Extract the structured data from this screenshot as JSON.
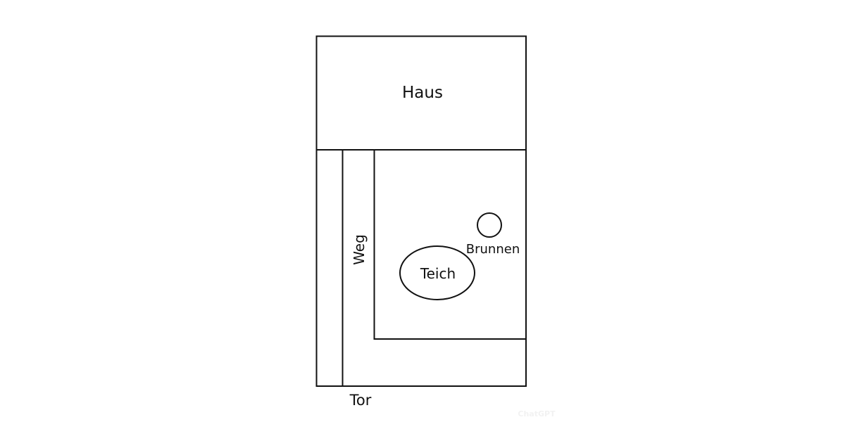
{
  "diagram": {
    "type": "garden-plan",
    "stroke_color": "#111111",
    "background": "#ffffff",
    "labels": {
      "house": "Haus",
      "path": "Weg",
      "pond": "Teich",
      "fountain": "Brunnen",
      "gate": "Tor"
    },
    "watermark": "ChatGPT"
  }
}
